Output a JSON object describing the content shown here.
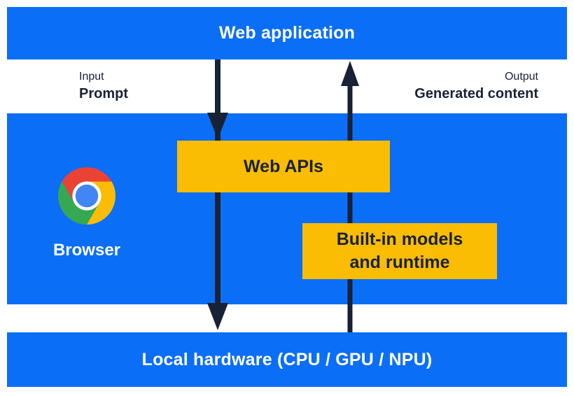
{
  "colors": {
    "blue": "#0b6ef6",
    "yellow": "#fbbc04",
    "navy": "#182236",
    "white": "#ffffff",
    "chrome_red": "#ea4335",
    "chrome_yellow": "#fbbc05",
    "chrome_green": "#34a853",
    "chrome_blue": "#4285f4"
  },
  "top_bar": {
    "label": "Web application"
  },
  "flow_labels": {
    "input": {
      "line1": "Input",
      "line2": "Prompt"
    },
    "output": {
      "line1": "Output",
      "line2": "Generated content"
    }
  },
  "browser": {
    "label": "Browser",
    "icon": "chrome-logo"
  },
  "boxes": {
    "web_apis": {
      "label": "Web APIs"
    },
    "builtin": {
      "line1": "Built-in models",
      "line2": "and runtime"
    }
  },
  "bottom_bar": {
    "label": "Local hardware (CPU / GPU / NPU)"
  },
  "icons": {
    "input_arrow": "arrow-down",
    "output_arrow": "arrow-up"
  }
}
